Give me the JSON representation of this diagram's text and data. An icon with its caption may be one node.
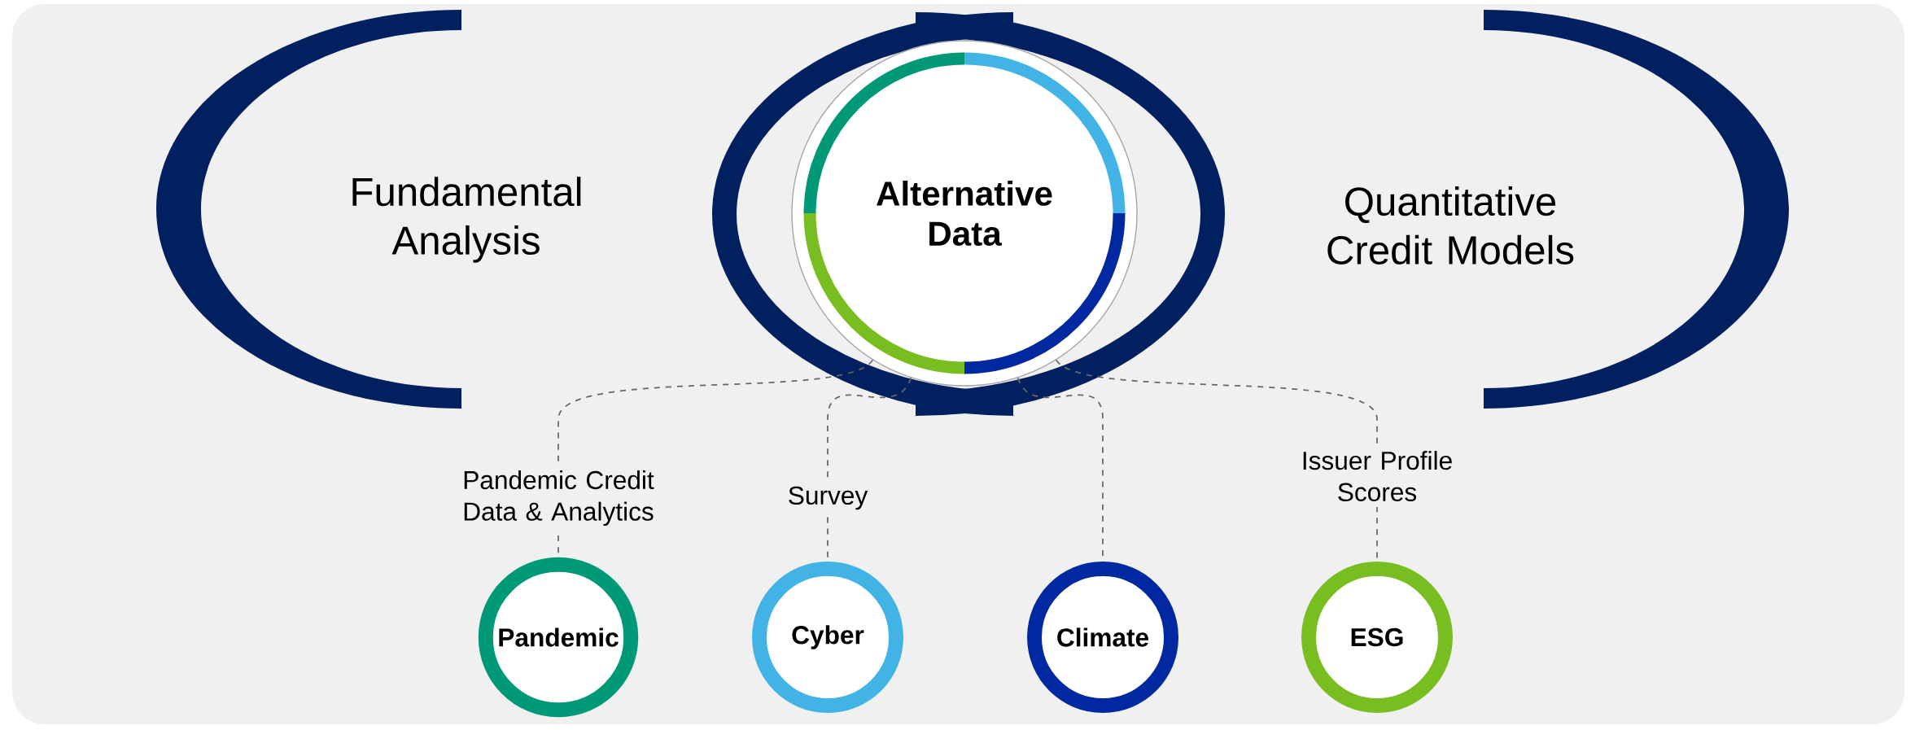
{
  "diagram": {
    "nodes": [
      {
        "text": [
          "Fundamental Analysis"
        ]
      },
      {
        "text": [
          "Alternative Data"
        ]
      },
      {
        "text": [
          "Quantitative Credit Models"
        ]
      },
      {
        "text": [
          "Pandemic"
        ]
      },
      {
        "text": [
          "Cyber"
        ]
      },
      {
        "text": [
          "Climate"
        ]
      },
      {
        "text": [
          "ESG"
        ]
      }
    ],
    "edges": [
      {
        "from": 1,
        "to": 3,
        "arrow": "none",
        "style": "dashed",
        "label": "Pandemic Credit Data & Analytics"
      },
      {
        "from": 1,
        "to": 4,
        "arrow": "none",
        "style": "dashed",
        "label": "Survey"
      },
      {
        "from": 1,
        "to": 5,
        "arrow": "none",
        "style": "dashed"
      },
      {
        "from": 1,
        "to": 6,
        "arrow": "none",
        "style": "dashed",
        "label": "Issuer Profile Scores"
      }
    ]
  }
}
